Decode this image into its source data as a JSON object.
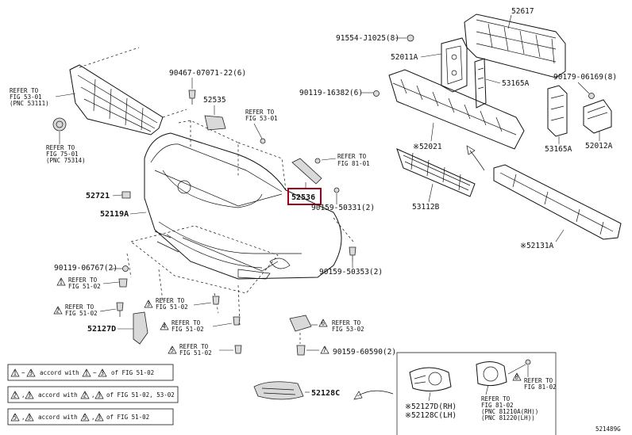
{
  "diagram_id": "521489G",
  "highlight_color": "#a0001e",
  "labels": {
    "p52617": "52617",
    "p91554": "91554-J1025(8)",
    "p52011a": "52011A",
    "p53165a_top": "53165A",
    "p90119_16382": "90119-16382(6)",
    "p90179": "90179-06169(8)",
    "p53165a_right": "53165A",
    "p52012a": "52012A",
    "p52021": "※52021",
    "p53112b": "53112B",
    "p52131a": "※52131A",
    "p90467": "90467-07071-22(6)",
    "p52535": "52535",
    "p52721": "52721",
    "p52119a": "52119A",
    "p52536": "52536",
    "p90159_50331": "90159-50331(2)",
    "p90159_50353": "90159-50353(2)",
    "p90119_06767": "90119-06767(2)",
    "p52127d": "52127D",
    "p90159_60590": "90159-60590(2)",
    "p52128c": "52128C",
    "p52127d_rh": "※52127D(RH)",
    "p52128c_lh": "※52128C(LH)"
  },
  "refs": {
    "ref_531": [
      "REFER TO",
      "FIG 53-01",
      "(PNC 53111)"
    ],
    "ref_753": [
      "REFER TO",
      "FIG 75-01",
      "(PNC 75314)"
    ],
    "ref_5301": [
      "REFER TO",
      "FIG 53-01"
    ],
    "ref_8101": [
      "REFER TO",
      "FIG 81-01"
    ],
    "ref_5102a": [
      "REFER TO",
      "FIG 51-02"
    ],
    "ref_5102b": [
      "REFER TO",
      "FIG 51-02"
    ],
    "ref_5102c": [
      "REFER TO",
      "FIG 51-02"
    ],
    "ref_5102d": [
      "REFER TO",
      "FIG 51-02"
    ],
    "ref_5102e": [
      "REFER TO",
      "FIG 51-02"
    ],
    "ref_5302": [
      "REFER TO",
      "FIG 53-02"
    ],
    "ref_8102a": [
      "REFER TO",
      "FIG 81-02"
    ],
    "ref_8102b": [
      "REFER TO",
      "FIG 81-02",
      "(PNC 81210A(RH))",
      "(PNC 81220(LH))"
    ]
  },
  "notes": [
    {
      "a": "1",
      "b": "3",
      "text": "accord with",
      "c": "1",
      "d": "3",
      "fig": "of FIG 51-02"
    },
    {
      "a": "2",
      "b": "3",
      "text": "accord with",
      "c": "2",
      "d": "3",
      "fig": "of FIG 51-02, 53-02"
    },
    {
      "a": "5",
      "b": "3",
      "text": "accord with",
      "c": "5",
      "d": "3",
      "fig": "of FIG 51-02"
    }
  ],
  "markers": {
    "m1": "1",
    "m2": "2",
    "m3": "3",
    "m4": "4",
    "m5": "5",
    "m6": "6",
    "m7": "7",
    "m8": "8"
  }
}
